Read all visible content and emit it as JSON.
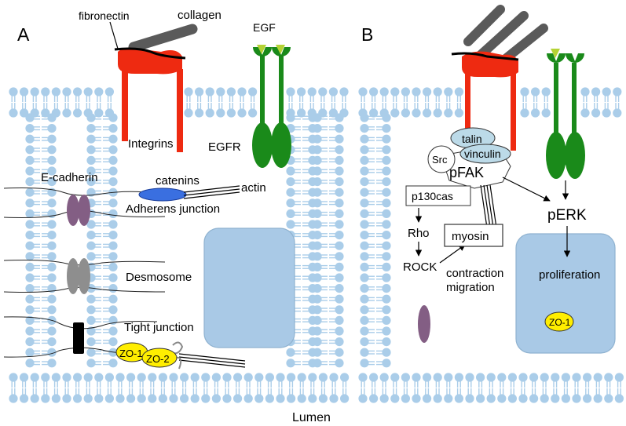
{
  "panels": {
    "a": "A",
    "b": "B"
  },
  "labels": {
    "fibronectin": "fibronectin",
    "collagen": "collagen",
    "egf": "EGF",
    "integrins": "Integrins",
    "egfr": "EGFR",
    "e_cadherin": "E-cadherin",
    "catenins": "catenins",
    "actin": "actin",
    "adherens_junction": "Adherens junction",
    "desmosome": "Desmosome",
    "tight_junction": "Tight junction",
    "zo1": "ZO-1",
    "zo2": "ZO-2",
    "talin": "talin",
    "vinculin": "vinculin",
    "src": "Src",
    "pfak": "pFAK",
    "p130cas": "p130cas",
    "rho": "Rho",
    "rock": "ROCK",
    "myosin": "myosin",
    "contraction": "contraction",
    "migration": "migration",
    "perk": "pERK",
    "proliferation": "proliferation",
    "zo1_b": "ZO-1",
    "lumen": "Lumen"
  },
  "colors": {
    "lipid": "#aacde9",
    "integrin": "#ee2a11",
    "egfr": "#1a8a1a",
    "egf_ligand": "#b5d334",
    "collagen": "#5a5a5a",
    "cadherin": "#835e84",
    "desmosome": "#8e8e8e",
    "catenin": "#3a6fe0",
    "nucleus": "#a9c9e6",
    "zo": "#ffee00",
    "talin": "#bcdae8"
  }
}
